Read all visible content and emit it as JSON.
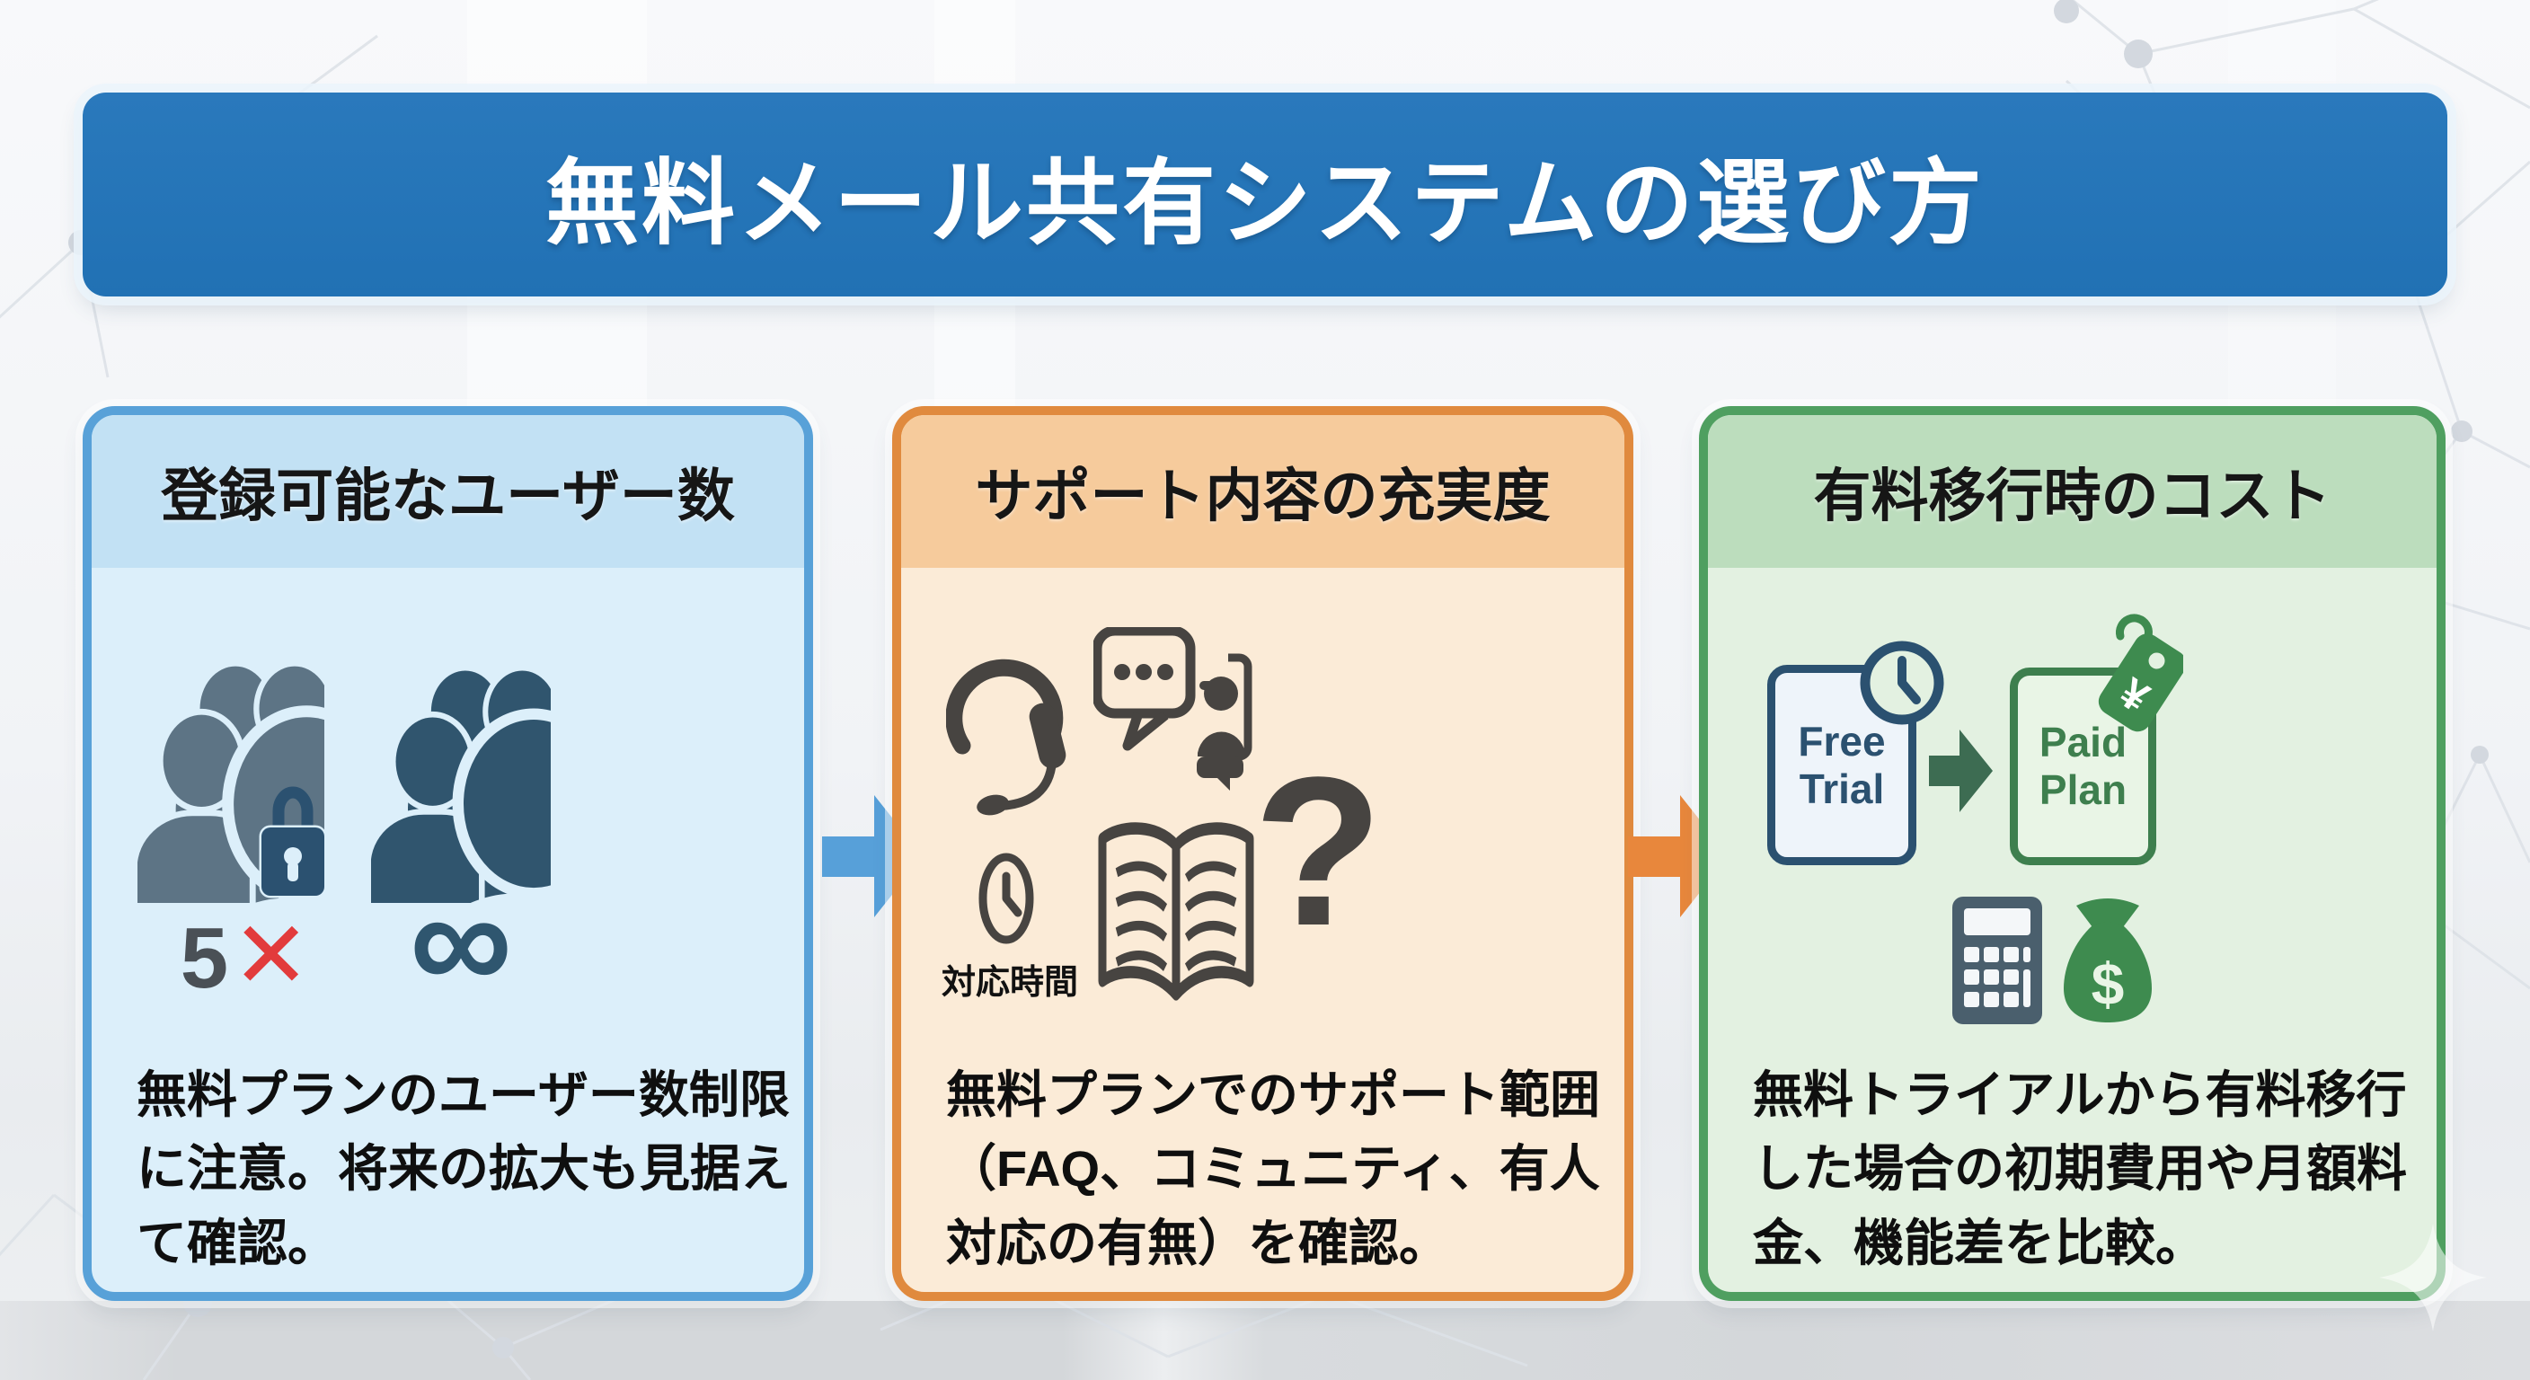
{
  "title": "無料メール共有システムの選び方",
  "colors": {
    "banner_blue": "#2171b4",
    "card1_border": "#58a1d8",
    "card2_border": "#e08a3e",
    "card3_border": "#4f9f60",
    "flow_arrow_blue": "#57a0d9",
    "flow_arrow_orange": "#e8873c",
    "limit_cross_red": "#e23b3c",
    "people_dark_blue": "#30556e",
    "people_gray_blue": "#5d7485",
    "support_icon_gray": "#474441",
    "cost_green": "#3e8b4f",
    "trial_navy": "#2b5170"
  },
  "cards": [
    {
      "header": "登録可能なユーザー数",
      "free_limit_number": "5",
      "free_limit_mark": "✕",
      "unlimited_symbol": "∞",
      "description": "無料プランのユーザー数制限に注意。将来の拡大も見据えて確認。"
    },
    {
      "header": "サポート内容の充実度",
      "clock_caption": "対応時間",
      "question_mark": "?",
      "description": "無料プランでのサポート範囲（FAQ、コミュニティ、有人対応の有無）を確認。"
    },
    {
      "header": "有料移行時のコスト",
      "trial_box_label": "Free Trial",
      "paid_box_label": "Paid Plan",
      "tag_currency": "¥",
      "bag_currency": "$",
      "description": "無料トライアルから有料移行した場合の初期費用や月額料金、機能差を比較。"
    }
  ]
}
